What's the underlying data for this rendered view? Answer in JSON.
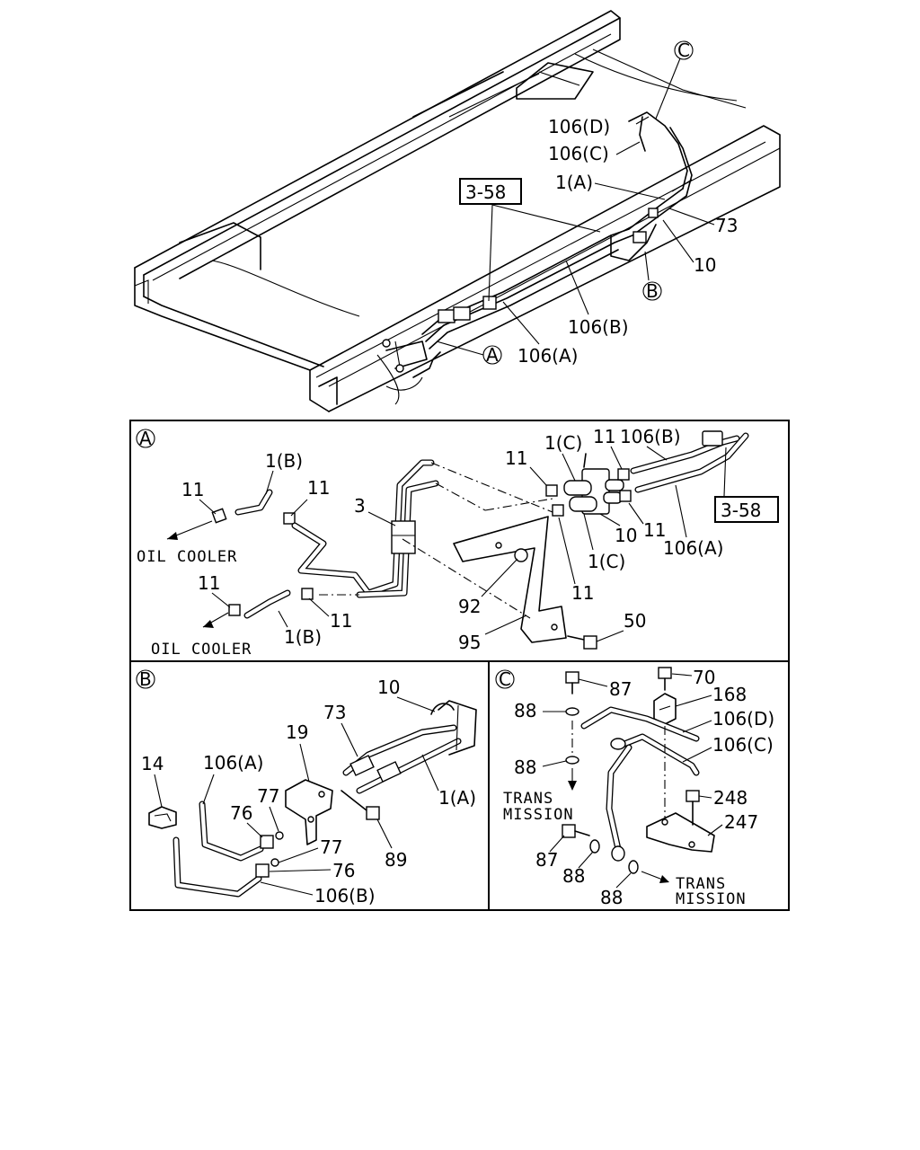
{
  "main_view": {
    "circle_c": "C",
    "circle_b": "B",
    "circle_a": "A",
    "ref_box": "3-58",
    "labels": {
      "106d": "106(D)",
      "106c": "106(C)",
      "1a": "1(A)",
      "73": "73",
      "10": "10",
      "106b": "106(B)",
      "106a": "106(A)"
    }
  },
  "detail_a": {
    "tag": "A",
    "ref_box": "3-58",
    "oil_cooler_top": "OIL COOLER",
    "oil_cooler_bottom": "OIL COOLER",
    "labels": {
      "1b_top": "1(B)",
      "11_a": "11",
      "11_b": "11",
      "11_c": "11",
      "11_d": "11",
      "11_e": "11",
      "11_f": "11",
      "11_g": "11",
      "11_h": "11",
      "3": "3",
      "1c_top": "1(C)",
      "106b": "106(B)",
      "10": "10",
      "1c_bot": "1(C)",
      "106a": "106(A)",
      "92": "92",
      "95": "95",
      "50": "50",
      "1b_bot": "1(B)"
    }
  },
  "detail_b": {
    "tag": "B",
    "labels": {
      "10": "10",
      "73": "73",
      "19": "19",
      "14": "14",
      "106a": "106(A)",
      "77_a": "77",
      "76_a": "76",
      "77_b": "77",
      "76_b": "76",
      "1a": "1(A)",
      "89": "89",
      "106b": "106(B)"
    }
  },
  "detail_c": {
    "tag": "C",
    "trans_top_1": "TRANS",
    "trans_top_2": "MISSION",
    "trans_bot_1": "TRANS",
    "trans_bot_2": "MISSION",
    "labels": {
      "87_a": "87",
      "70": "70",
      "168": "168",
      "88_a": "88",
      "106d": "106(D)",
      "106c": "106(C)",
      "88_b": "88",
      "248": "248",
      "247": "247",
      "87_b": "87",
      "88_c": "88",
      "88_d": "88"
    }
  }
}
